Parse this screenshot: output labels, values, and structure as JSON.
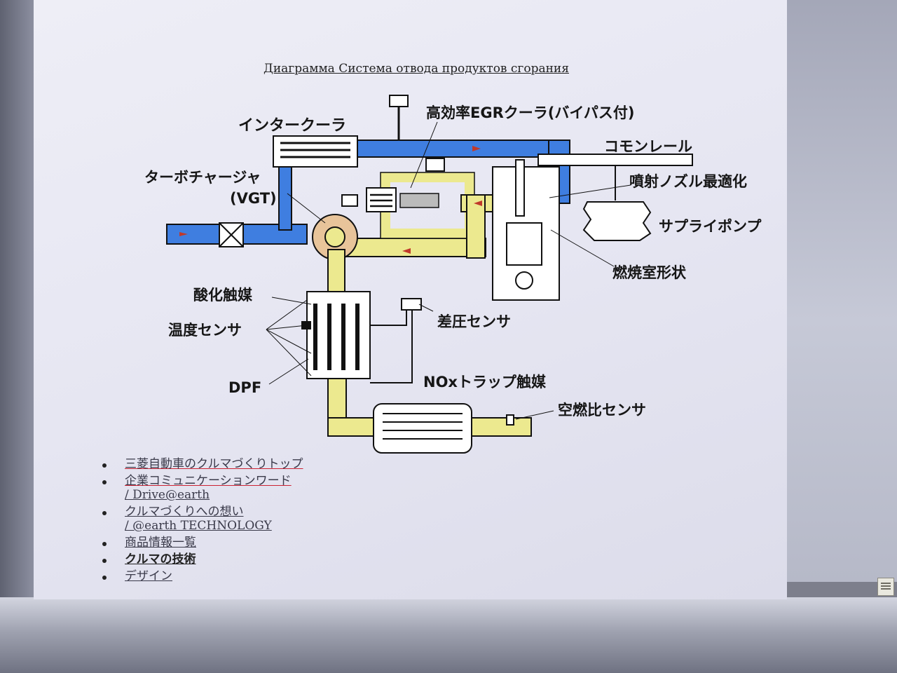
{
  "page": {
    "title": "Диаграмма Система отвода продуктов сгорания"
  },
  "diagram": {
    "labels": {
      "intercooler": "インタークーラ",
      "egr_cooler": "高効率EGRクーラ(バイパス付)",
      "common_rail": "コモンレール",
      "turbocharger": "ターボチャージャ",
      "vgt": "(VGT)",
      "injection_nozzle": "噴射ノズル最適化",
      "supply_pump": "サプライポンプ",
      "combustion_chamber": "燃焼室形状",
      "oxidation_catalyst": "酸化触媒",
      "temperature_sensor": "温度センサ",
      "pressure_sensor": "差圧センサ",
      "dpf": "DPF",
      "nox_trap": "NOxトラップ触媒",
      "af_sensor": "空燃比センサ"
    },
    "colors": {
      "intake": "#3f7ee0",
      "exhaust": "#ece98f",
      "arrow": "#c0392b",
      "outline": "#111111"
    }
  },
  "nav": {
    "items": [
      {
        "label": "三菱自動車のクルマづくりトップ"
      },
      {
        "label": "企業コミュニケーションワード",
        "sub": "/ Drive@earth"
      },
      {
        "label": "クルマづくりへの想い",
        "sub": "/ @earth TECHNOLOGY"
      },
      {
        "label": "商品情報一覧"
      },
      {
        "label": "クルマの技術"
      },
      {
        "label": "デザイン"
      }
    ]
  }
}
